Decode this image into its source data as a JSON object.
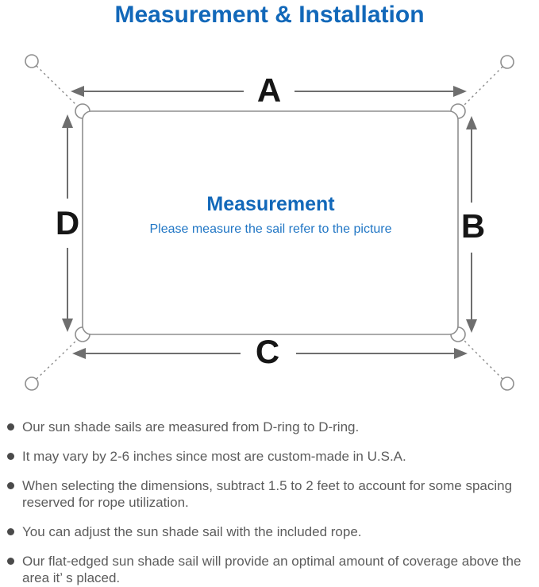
{
  "page": {
    "title": "Measurement & Installation"
  },
  "diagram": {
    "labels": {
      "top": "A",
      "right": "B",
      "bottom": "C",
      "left": "D"
    },
    "center_title": "Measurement",
    "center_subtitle": "Please measure the sail refer to the picture",
    "colors": {
      "accent_blue": "#1268b9",
      "subtitle_blue": "#2277c5",
      "outline_gray": "#8f8f8f",
      "arrow_gray": "#6e6e6e",
      "label_black": "#161616"
    }
  },
  "notes": {
    "text_color": "#5c5c5c",
    "items": [
      "Our sun shade sails are measured from D-ring to D-ring.",
      "It may vary by 2-6 inches since most are custom-made in U.S.A.",
      "When selecting the dimensions, subtract 1.5 to 2 feet to account for some spacing reserved for rope utilization.",
      "You can adjust the sun shade sail with the included rope.",
      "Our flat-edged sun shade sail will provide an optimal amount of coverage above the area it’ s placed."
    ]
  }
}
